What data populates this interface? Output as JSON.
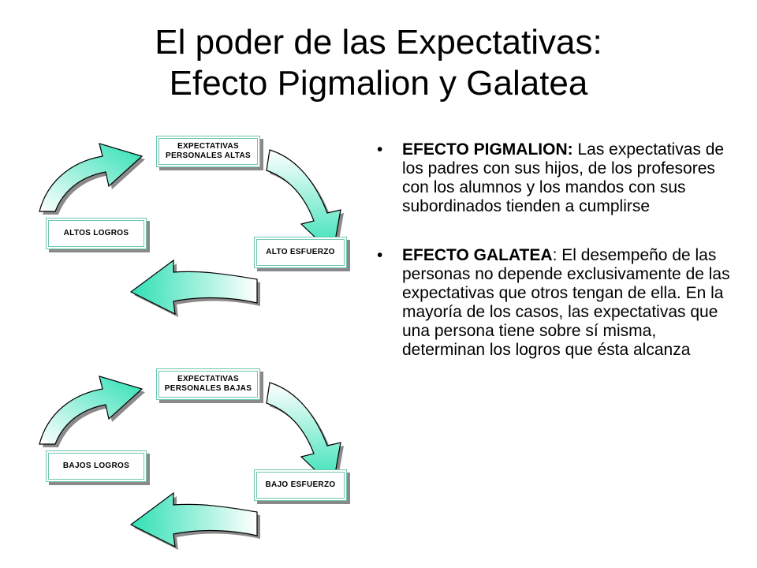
{
  "slide": {
    "title_line1": "El poder de las Expectativas:",
    "title_line2": "Efecto Pigmalion y Galatea"
  },
  "cycles": [
    {
      "top_box": "EXPECTATIVAS PERSONALES ALTAS",
      "right_box": "ALTO ESFUERZO",
      "left_box": "ALTOS LOGROS"
    },
    {
      "top_box": "EXPECTATIVAS PERSONALES BAJAS",
      "right_box": "BAJO ESFUERZO",
      "left_box": "BAJOS LOGROS"
    }
  ],
  "bullets": [
    {
      "term": "EFECTO PIGMALION:",
      "text": " Las expectativas de los padres con sus hijos, de los profesores con los alumnos y los mandos con sus subordinados tienden a cumplirse"
    },
    {
      "term": "EFECTO GALATEA",
      "text": ": El desempeño de las personas no depende exclusivamente de las expectativas que otros tengan de ella. En la mayoría de los casos, las expectativas que una persona tiene sobre sí misma, determinan los logros que ésta alcanza"
    }
  ],
  "colors": {
    "arrow_light": "#ffffff",
    "arrow_dark": "#2fe0b4",
    "arrow_outline": "#000000",
    "box_border": "#6fc6b0",
    "shadow": "#8a8a8a"
  },
  "icons": {
    "bullet": "•"
  }
}
